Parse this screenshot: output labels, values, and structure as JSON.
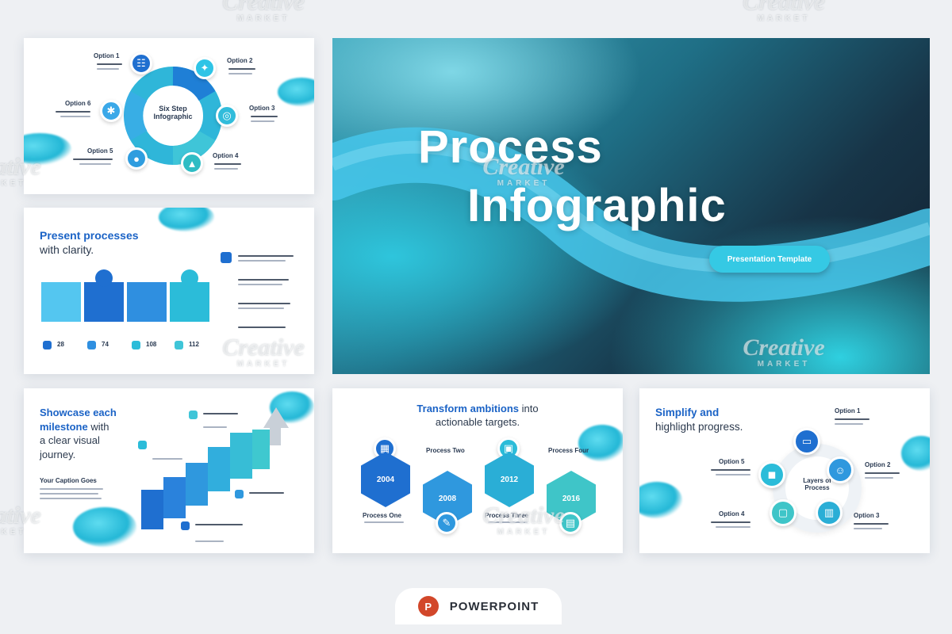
{
  "hero": {
    "title_line1": "Process",
    "title_line2": "Infographic",
    "pill": "Presentation Template"
  },
  "slide1": {
    "center_line1": "Six Step",
    "center_line2": "Infographic",
    "options": [
      "Option 1",
      "Option 2",
      "Option 3",
      "Option 4",
      "Option 5",
      "Option 6"
    ]
  },
  "slide2": {
    "heading_blue": "Present processes",
    "heading_dark": "with clarity.",
    "values": [
      "28",
      "74",
      "108",
      "112"
    ]
  },
  "slide3": {
    "heading_blue1": "Showcase each",
    "heading_blue2": "milestone",
    "heading_dark1": "with",
    "heading_dark2": "a clear visual",
    "heading_dark3": "journey.",
    "subtitle": "Your Caption Goes"
  },
  "slide4": {
    "heading_blue": "Transform ambitions",
    "heading_dark1": "into",
    "heading_dark2": "actionable targets.",
    "hexes": [
      "2004",
      "2008",
      "2012",
      "2016"
    ],
    "labels": [
      "Process One",
      "Process Two",
      "Process Three",
      "Process Four"
    ]
  },
  "slide5": {
    "heading_blue": "Simplify and",
    "heading_dark": "highlight progress.",
    "center_line1": "Layers of",
    "center_line2": "Process",
    "options": [
      "Option 1",
      "Option 2",
      "Option 3",
      "Option 4",
      "Option 5"
    ]
  },
  "watermark": {
    "brand": "Creative",
    "sub": "MARKET"
  },
  "footer": {
    "label": "POWERPOINT"
  },
  "colors": {
    "primary_blue": "#1b63c6",
    "mid_blue": "#2f8fe0",
    "cyan": "#2bc3dd",
    "teal": "#2fb2b5",
    "light_blue": "#4cc4ef"
  }
}
